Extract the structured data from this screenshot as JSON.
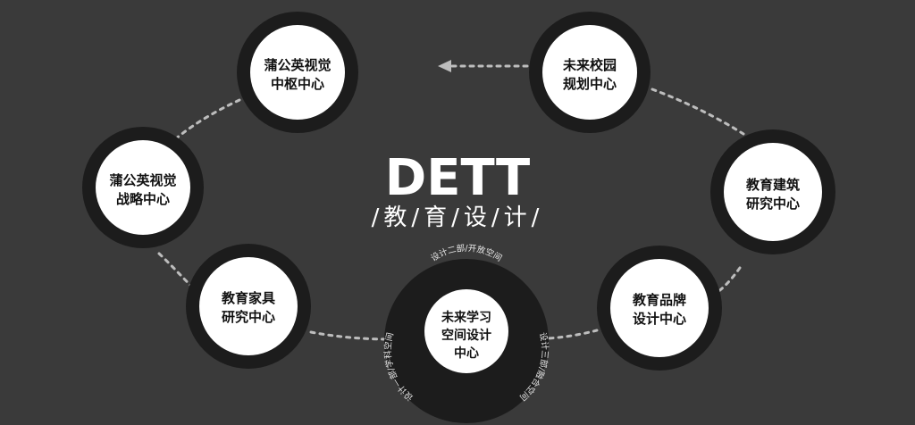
{
  "brand": {
    "title": "DETT",
    "subtitle": "/教/育/设/计/"
  },
  "nodes": [
    {
      "id": "ring-1",
      "lines": [
        "蒲公英视觉",
        "中枢中心"
      ]
    },
    {
      "id": "ring-2",
      "lines": [
        "未来校园",
        "规划中心"
      ]
    },
    {
      "id": "ring-3",
      "lines": [
        "蒲公英视觉",
        "战略中心"
      ]
    },
    {
      "id": "ring-4",
      "lines": [
        "教育建筑",
        "研究中心"
      ]
    },
    {
      "id": "ring-5",
      "lines": [
        "教育家具",
        "研究中心"
      ]
    },
    {
      "id": "ring-6",
      "lines": [
        "教育品牌",
        "设计中心"
      ]
    },
    {
      "id": "ring-7",
      "lines": [
        "未来学习",
        "空间设计",
        "中心"
      ]
    }
  ],
  "center_ring_labels": {
    "top": "设计二部/开放空间",
    "left": "设计一部/学科空间",
    "right": "设计三部/融合空间"
  },
  "colors": {
    "background": "#3a3a3a",
    "node_fill": "#ffffff",
    "node_ring": "#1c1c1c",
    "connector": "#bdbdbd"
  }
}
